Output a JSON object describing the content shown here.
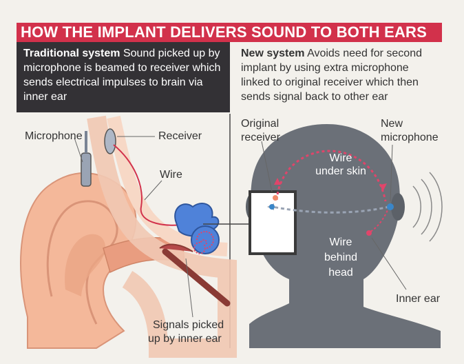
{
  "header": {
    "title": "HOW THE IMPLANT DELIVERS SOUND TO BOTH EARS"
  },
  "traditional": {
    "heading": "Traditional system",
    "body": " Sound picked up by microphone is beamed to receiver which sends electrical impulses to brain via inner ear"
  },
  "new_system": {
    "heading": "New system",
    "body": " Avoids need for second implant by using extra microphone linked to original receiver which then sends signal back to other ear"
  },
  "ear_labels": {
    "microphone": "Microphone",
    "receiver": "Receiver",
    "wire": "Wire",
    "signals": "Signals picked",
    "signals_2": "up by inner ear"
  },
  "head_labels": {
    "original_receiver_1": "Original",
    "original_receiver_2": "receiver",
    "new_microphone_1": "New",
    "new_microphone_2": "microphone",
    "wire_under_skin_1": "Wire",
    "wire_under_skin_2": "under skin",
    "wire_behind_head_1": "Wire",
    "wire_behind_head_2": "behind",
    "wire_behind_head_3": "head",
    "inner_ear": "Inner ear"
  },
  "colors": {
    "banner": "#d2314b",
    "dark_panel": "#333135",
    "ear_skin": "#f4b89a",
    "head_silhouette": "#6b7078",
    "cochlea": "#3f6fc4",
    "signal_red": "#e0456a"
  }
}
